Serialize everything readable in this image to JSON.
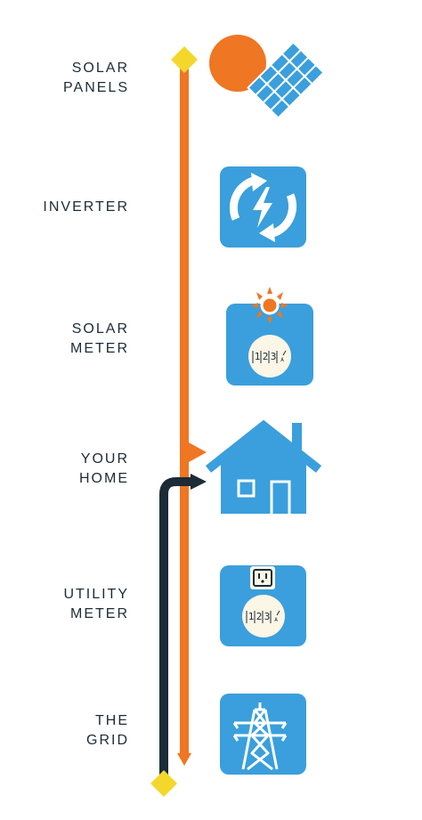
{
  "colors": {
    "orange": "#ef7622",
    "blue": "#3a9fdc",
    "dark": "#1c2b36",
    "yellow": "#f4d72b",
    "cream": "#fbf6e6",
    "label": "#1c2b36"
  },
  "steps": [
    {
      "line1": "SOLAR",
      "line2": "PANELS",
      "icon": "solar-panel-icon"
    },
    {
      "line1": "INVERTER",
      "line2": "",
      "icon": "inverter-icon"
    },
    {
      "line1": "SOLAR",
      "line2": "METER",
      "icon": "solar-meter-icon"
    },
    {
      "line1": "YOUR",
      "line2": "HOME",
      "icon": "house-icon"
    },
    {
      "line1": "UTILITY",
      "line2": "METER",
      "icon": "utility-meter-icon"
    },
    {
      "line1": "THE",
      "line2": "GRID",
      "icon": "power-tower-icon"
    }
  ],
  "meter_digits": [
    "1",
    "2",
    "3"
  ],
  "meter_unit": "A"
}
